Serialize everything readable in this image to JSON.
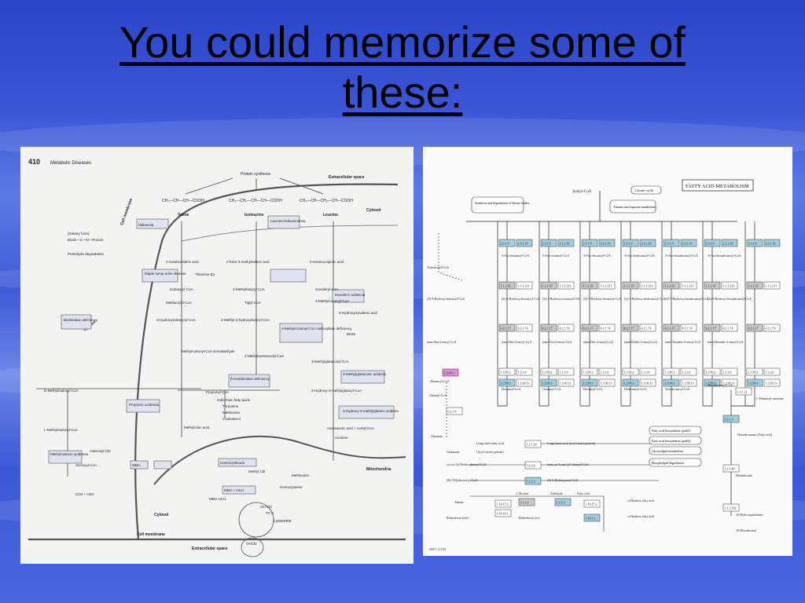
{
  "slide": {
    "title_line1": "You could memorize some of",
    "title_line2": "these:"
  },
  "left_figure": {
    "page_number": "410",
    "chapter": "Metabolic Diseases",
    "regions": {
      "extracellular_top": "Extracellular space",
      "cytosol_top": "Cytosol",
      "cell_membrane_side": "Cell membrane",
      "cytosol_side": "Cytosol",
      "mitochondria": "Mitochondria",
      "cytosol_bottom": "Cytosol",
      "lysosome": "Lysosome",
      "cell_membrane_bottom": "Cell membrane",
      "extracellular_bottom": "Extracellular space"
    },
    "top": {
      "protein_synthesis": "Protein synthesis",
      "valine": "Valine",
      "isoleucine": "Isoleucine",
      "leucine": "Leucine"
    },
    "labels": [
      "(Dietary form)",
      "Biotin—C—N—Protein",
      "Proteolytic degradation",
      "Biotinidase deficiency",
      "Valinemia",
      "Leucine-isoleucinemia",
      "2-Ketoisovaleric acid",
      "2-Keto-3-methylvaleric acid",
      "2-Ketoisocaproic acid",
      "Maple syrup urine disease",
      "Thiamine B1",
      "Isobutyryl-CoA",
      "2-Methylbutyryl-CoA",
      "Isovaleryl-CoA",
      "Isovaleric acidemia",
      "Methacrylyl-CoA",
      "Tiglyl-CoA",
      "3-Methylcrotonyl-CoA",
      "3-Hydroxyisovaleric acid",
      "3-Hydroxyisobutyryl-CoA",
      "2-Methyl-3-hydroxybutyryl-CoA",
      "3-Methylcrotonyl-CoA carboxylase deficiency",
      "Biotin",
      "Methylmalonyl-CoA semialdehyde",
      "2-Methylacetoacetyl-CoA",
      "3-Methylglutaconyl-CoA",
      "3-Methylglutaconic aciduria",
      "β-Ketothiolase deficiency",
      "3-Hydroxy-3-methylglutaryl-CoA",
      "3-Hydroxy-3-methylglutaric aciduria",
      "Propionyl-CoA",
      "Odd chain fatty acids",
      "Threonine",
      "Methionine",
      "Cholesterol",
      "Propionic acidemia",
      "Methylcitric acid",
      "Acetoacetic acid + Acetyl CoA",
      "Acetone",
      "D-Methylmalonyl-CoA",
      "L-Methylmalonyl-CoA",
      "Methylmalonic acidemia",
      "Adenosyl Cbl",
      "Succinyl-CoA",
      "CO2 + H2O",
      "MMA",
      "Homocystinuria",
      "MMA + HCU",
      "Methyl Cbl",
      "Methionine",
      "Homocysteine",
      "OH Cbl",
      "TC II",
      "OHCbl",
      "MMA HCU"
    ]
  },
  "right_figure": {
    "title": "FATTY ACID METABOLISM",
    "acetyl_coa": "Acetyl-CoA",
    "citrate_cycle": "Citrate cycle",
    "synthesis_ketone": "Synthesis and degradation of ketone bodies",
    "alanine_aspartate": "Alanine and aspartate metabolism",
    "enzyme_codes": [
      "2.3.1.9",
      "2.3.1.16",
      "1.1.1.35",
      "1.1.1.211",
      "4.2.1.17",
      "4.2.1.74",
      "1.3.99.2",
      "1.3.99.3",
      "1.3.3.6",
      "1.3.99.13",
      "6.2.1.3",
      "2.3.1.21",
      "1.2.1.20",
      "5.3.3.8",
      "5.1.2.3",
      "1.1.1.1",
      "1.2.1.3",
      "1.14.15.3",
      "1.14.14.1",
      "1.18.1.3",
      "1.2.1.48",
      "1.1.1.192",
      "6.2.1.6"
    ],
    "labels": [
      "Acetoacetyl-CoA",
      "(S)-3-Hydroxy-butanoyl-CoA",
      "trans-But-2-enoyl-CoA",
      "Butanoyl-CoA",
      "Glutaryl-CoA",
      "Glutarate",
      "3-Oxo-hexanoyl-CoA",
      "(S)-3-Hydroxy-hexanoyl-CoA",
      "trans-Hex-2-enoyl-CoA",
      "Hexanoyl-CoA",
      "3-Oxo-octanoyl-CoA",
      "(S)-3-Hydroxy-octanoyl-CoA",
      "trans-Oct-2-enoyl-CoA",
      "Octanoyl-CoA",
      "3-Oxo-decanoyl-CoA",
      "(S)-3-Hydroxy-decanoyl-CoA",
      "trans-Dec-2-enoyl-CoA",
      "Decanoyl-CoA",
      "3-Oxo-dodecanoyl-CoA",
      "(S)-3-Hydroxy-dodecanoyl-CoA",
      "trans-Dodec-2-enoyl-CoA",
      "Dodecanoyl-CoA",
      "3-Oxo-tetradecanoyl-CoA",
      "(S)-3-Hydroxy-tetradecanoyl-CoA",
      "trans-Tetradec-2-enoyl-CoA",
      "Tetradecanoyl-CoA",
      "3-Oxo-hexadecanoyl-CoA",
      "(S)-3-Hydroxy-hexadecanoyl-CoA",
      "trans-Hexadec-2-enoyl-CoA",
      "Hexadecanoyl-CoA",
      "L-Palmitoyl-carnitine",
      "Hexadecanoate (Fatty acid)",
      "Long-chain-fatty acid",
      "Long-chain-acyl-[acyl-carrier protein]",
      "[Acyl-carrier protein]",
      "cis,cis-3,6-Dodecadienoyl-CoA",
      "trans,cis-Lauro-2,6-dienoyl-CoA",
      "(R)-3-Hydroxyacyl-CoA",
      "(S)-3-Hydroxyacyl-CoA",
      "Fatty acid biosynthesis (path1)",
      "Fatty acid biosynthesis (path2)",
      "Glycerolipid metabolism",
      "Phospholipid degradation",
      "Hexadecanal",
      "16-Hydroxypalmitate",
      "16-Hexadecanal",
      "Alkane",
      "1-Alcohol",
      "Aldehyde",
      "Fatty acid",
      "ω-Hydroxy fatty acid",
      "Rubredoxin (red)",
      "Rubredoxin (ox)",
      "ω-Hydroxy fatty acid",
      "Glutamate"
    ],
    "footer": "00071 2/3/98"
  }
}
